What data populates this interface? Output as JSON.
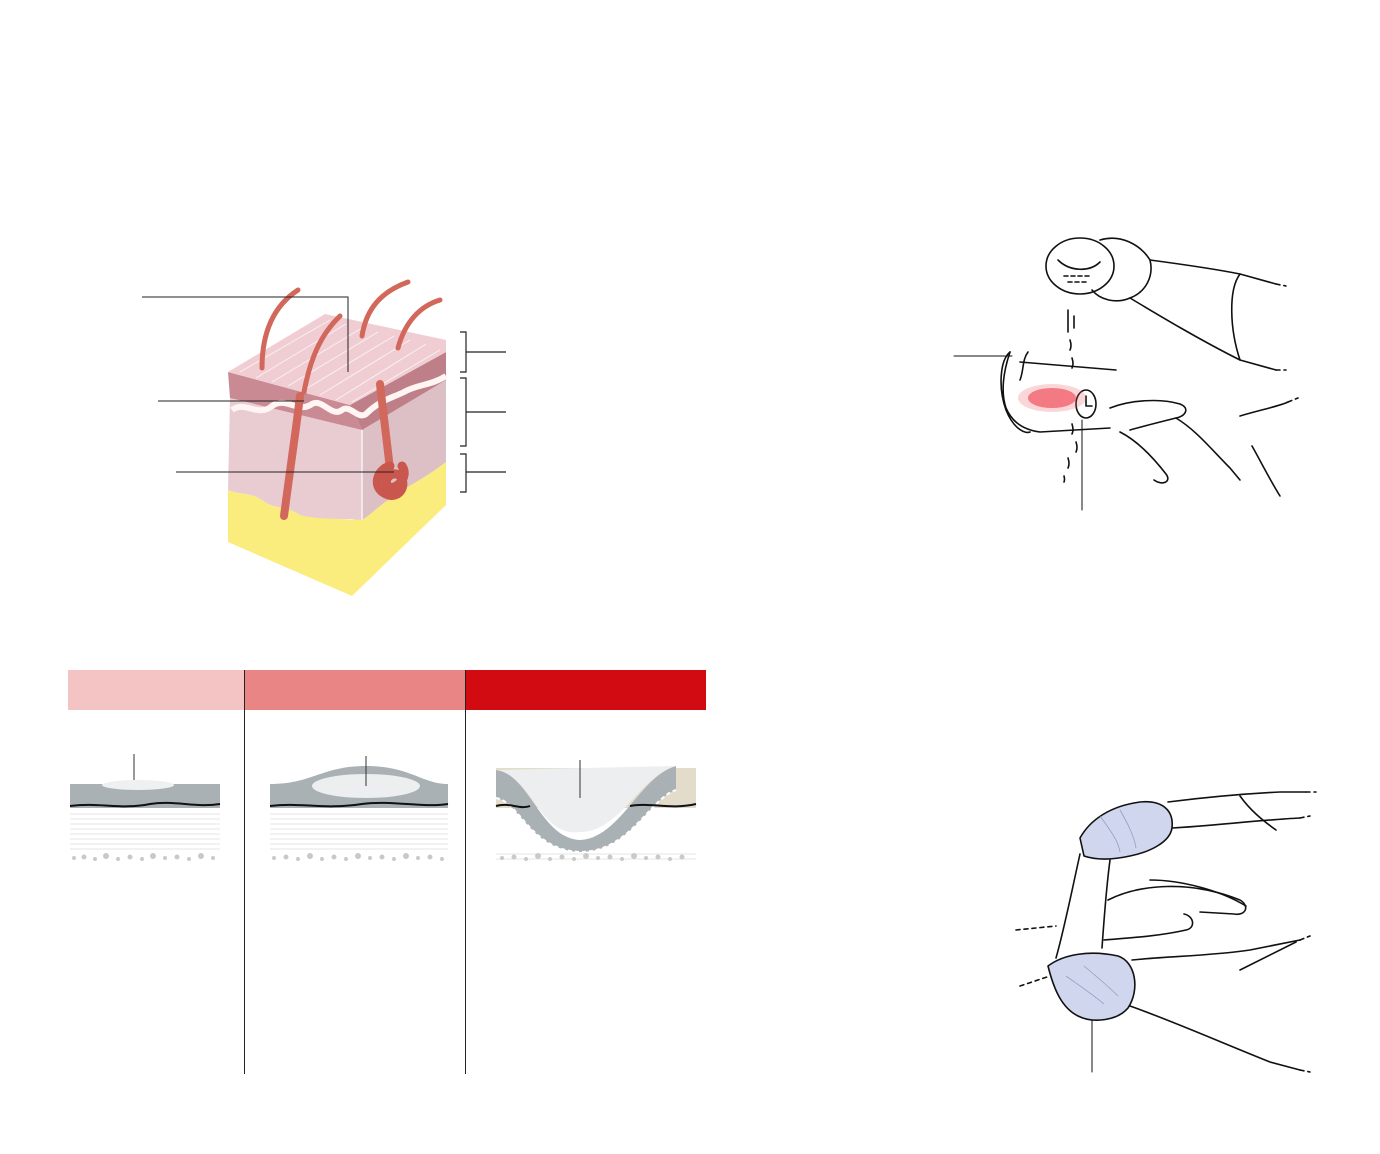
{
  "colors": {
    "band_light": "#f4c3c4",
    "band_mid": "#ea8586",
    "band_dark": "#d20a12",
    "skin_epidermis": "#cc8e97",
    "skin_dermis": "#e8ccd2",
    "fat_layer": "#fbec7e",
    "hair": "#d2675c",
    "burn_gray": "#aab1b5",
    "blister_fill": "#e6e8ea",
    "water_burn": "#f05a66",
    "glove_blue": "#cfd6ee"
  },
  "icons": {
    "skin_diagram": "skin-cross-section-illustration",
    "first_degree": "superficial-burn-diagram",
    "second_degree": "partial-thickness-burn-diagram",
    "third_degree": "full-thickness-burn-diagram",
    "cooling_scene": "cool-burn-with-water-illustration",
    "covering_scene": "cover-burn-with-gloved-hand-illustration"
  },
  "bands": [
    {
      "label": ""
    },
    {
      "label": ""
    },
    {
      "label": ""
    }
  ]
}
